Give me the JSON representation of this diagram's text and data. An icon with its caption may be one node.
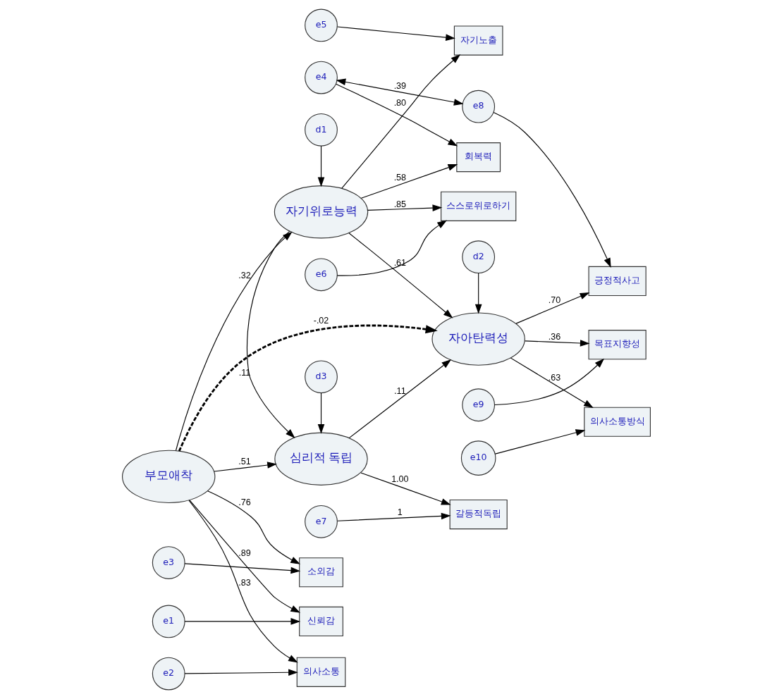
{
  "diagram": {
    "nodes": [
      {
        "text": [
          "e4"
        ]
      },
      {
        "text": [
          "e5"
        ]
      },
      {
        "text": [
          "e6"
        ]
      },
      {
        "text": [
          "회복력"
        ]
      },
      {
        "text": [
          "자기노출"
        ]
      },
      {
        "text": [
          "스스로위로하기"
        ]
      },
      {
        "text": [
          "자기위로능력"
        ]
      },
      {
        "text": [
          "d1"
        ]
      },
      {
        "text": [
          "e1"
        ]
      },
      {
        "text": [
          "신뢰감"
        ]
      },
      {
        "text": [
          "긍정적사고"
        ]
      },
      {
        "text": [
          "e8"
        ]
      },
      {
        "text": [
          "e2"
        ]
      },
      {
        "text": [
          "의사소통"
        ]
      },
      {
        "text": [
          "부모애착"
        ]
      },
      {
        "text": [
          "자아탄력성"
        ]
      },
      {
        "text": [
          "목표지향성"
        ]
      },
      {
        "text": [
          "e9"
        ]
      },
      {
        "text": [
          "e3"
        ]
      },
      {
        "text": [
          "소외감"
        ]
      },
      {
        "text": [
          "의사소통방식"
        ]
      },
      {
        "text": [
          "e10"
        ]
      },
      {
        "text": [
          "d2"
        ]
      },
      {
        "text": [
          "심리적 독립"
        ]
      },
      {
        "text": [
          "d3"
        ]
      },
      {
        "text": [
          "갈등적독립"
        ]
      },
      {
        "text": [
          "e7"
        ]
      }
    ],
    "edges": [
      {
        "from": 0,
        "to": 3,
        "arrow": "to"
      },
      {
        "from": 1,
        "to": 4,
        "arrow": "to"
      },
      {
        "from": 2,
        "to": 5,
        "arrow": "to"
      },
      {
        "from": 6,
        "to": 3,
        "arrow": "to",
        "label": ".58"
      },
      {
        "from": 6,
        "to": 4,
        "arrow": "to",
        "label": ".80"
      },
      {
        "from": 6,
        "to": 5,
        "arrow": "to",
        "label": ".85"
      },
      {
        "from": 7,
        "to": 6,
        "arrow": "to"
      },
      {
        "from": 14,
        "to": 6,
        "arrow": "to",
        "label": ".32"
      },
      {
        "from": 6,
        "to": 15,
        "arrow": "to",
        "label": ".61"
      },
      {
        "from": 6,
        "to": 23,
        "arrow": "to",
        "label": ".11"
      },
      {
        "from": 14,
        "to": 15,
        "arrow": "to",
        "label": "-.02",
        "style": "dashed"
      },
      {
        "from": 14,
        "to": 9,
        "arrow": "to",
        "label": ".89"
      },
      {
        "from": 14,
        "to": 13,
        "arrow": "to",
        "label": ".83"
      },
      {
        "from": 14,
        "to": 19,
        "arrow": "to",
        "label": ".76"
      },
      {
        "from": 8,
        "to": 9,
        "arrow": "to"
      },
      {
        "from": 12,
        "to": 13,
        "arrow": "to"
      },
      {
        "from": 18,
        "to": 19,
        "arrow": "to"
      },
      {
        "from": 14,
        "to": 23,
        "arrow": "to",
        "label": ".51"
      },
      {
        "from": 23,
        "to": 15,
        "arrow": "to",
        "label": ".11"
      },
      {
        "from": 15,
        "to": 10,
        "arrow": "to",
        "label": ".70"
      },
      {
        "from": 15,
        "to": 16,
        "arrow": "to",
        "label": ".36"
      },
      {
        "from": 15,
        "to": 20,
        "arrow": "to",
        "label": ".63"
      },
      {
        "from": 11,
        "to": 10,
        "arrow": "to"
      },
      {
        "from": 17,
        "to": 16,
        "arrow": "to"
      },
      {
        "from": 21,
        "to": 20,
        "arrow": "to"
      },
      {
        "from": 22,
        "to": 15,
        "arrow": "to"
      },
      {
        "from": 24,
        "to": 23,
        "arrow": "to"
      },
      {
        "from": 23,
        "to": 25,
        "arrow": "to",
        "label": "1.00"
      },
      {
        "from": 26,
        "to": 25,
        "arrow": "to",
        "label": "1"
      },
      {
        "from": 0,
        "to": 11,
        "arrow": "both",
        "label": ".39"
      }
    ]
  }
}
